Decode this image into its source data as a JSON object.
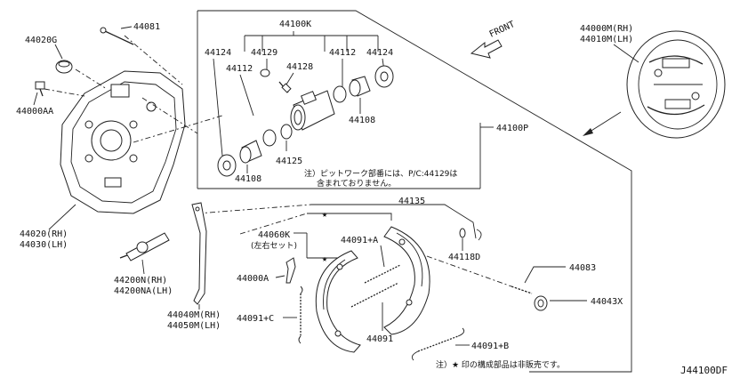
{
  "diagram": {
    "code": "J44100DF",
    "front_label": "FRONT",
    "note_pipework": [
      "注）ピットワーク部番には、P/C:44129は",
      "含まれておりません。"
    ],
    "note_star": "注）★ 印の構成部品は非販売です。",
    "labels": {
      "p44081": "44081",
      "p44020G": "44020G",
      "p44000AA": "44000AA",
      "p44020RH": "44020(RH)",
      "p44030LH": "44030(LH)",
      "p44100K": "44100K",
      "p44124a": "44124",
      "p44124b": "44124",
      "p44129": "44129",
      "p44128": "44128",
      "p44112a": "44112",
      "p44112b": "44112",
      "p44108a": "44108",
      "p44108b": "44108",
      "p44125": "44125",
      "p44100P": "44100P",
      "p44000M": "44000M(RH)",
      "p44010M": "44010M(LH)",
      "p44135": "44135",
      "p44060K": "44060K",
      "p44060K_sub": "(左右セット)",
      "p44091A": "44091+A",
      "p44118D": "44118D",
      "p44200N": "44200N(RH)",
      "p44200NA": "44200NA(LH)",
      "p44000A": "44000A",
      "p44040M": "44040M(RH)",
      "p44050M": "44050M(LH)",
      "p44091C": "44091+C",
      "p44083": "44083",
      "p44043X": "44043X",
      "p44091": "44091",
      "p44091B": "44091+B"
    }
  }
}
